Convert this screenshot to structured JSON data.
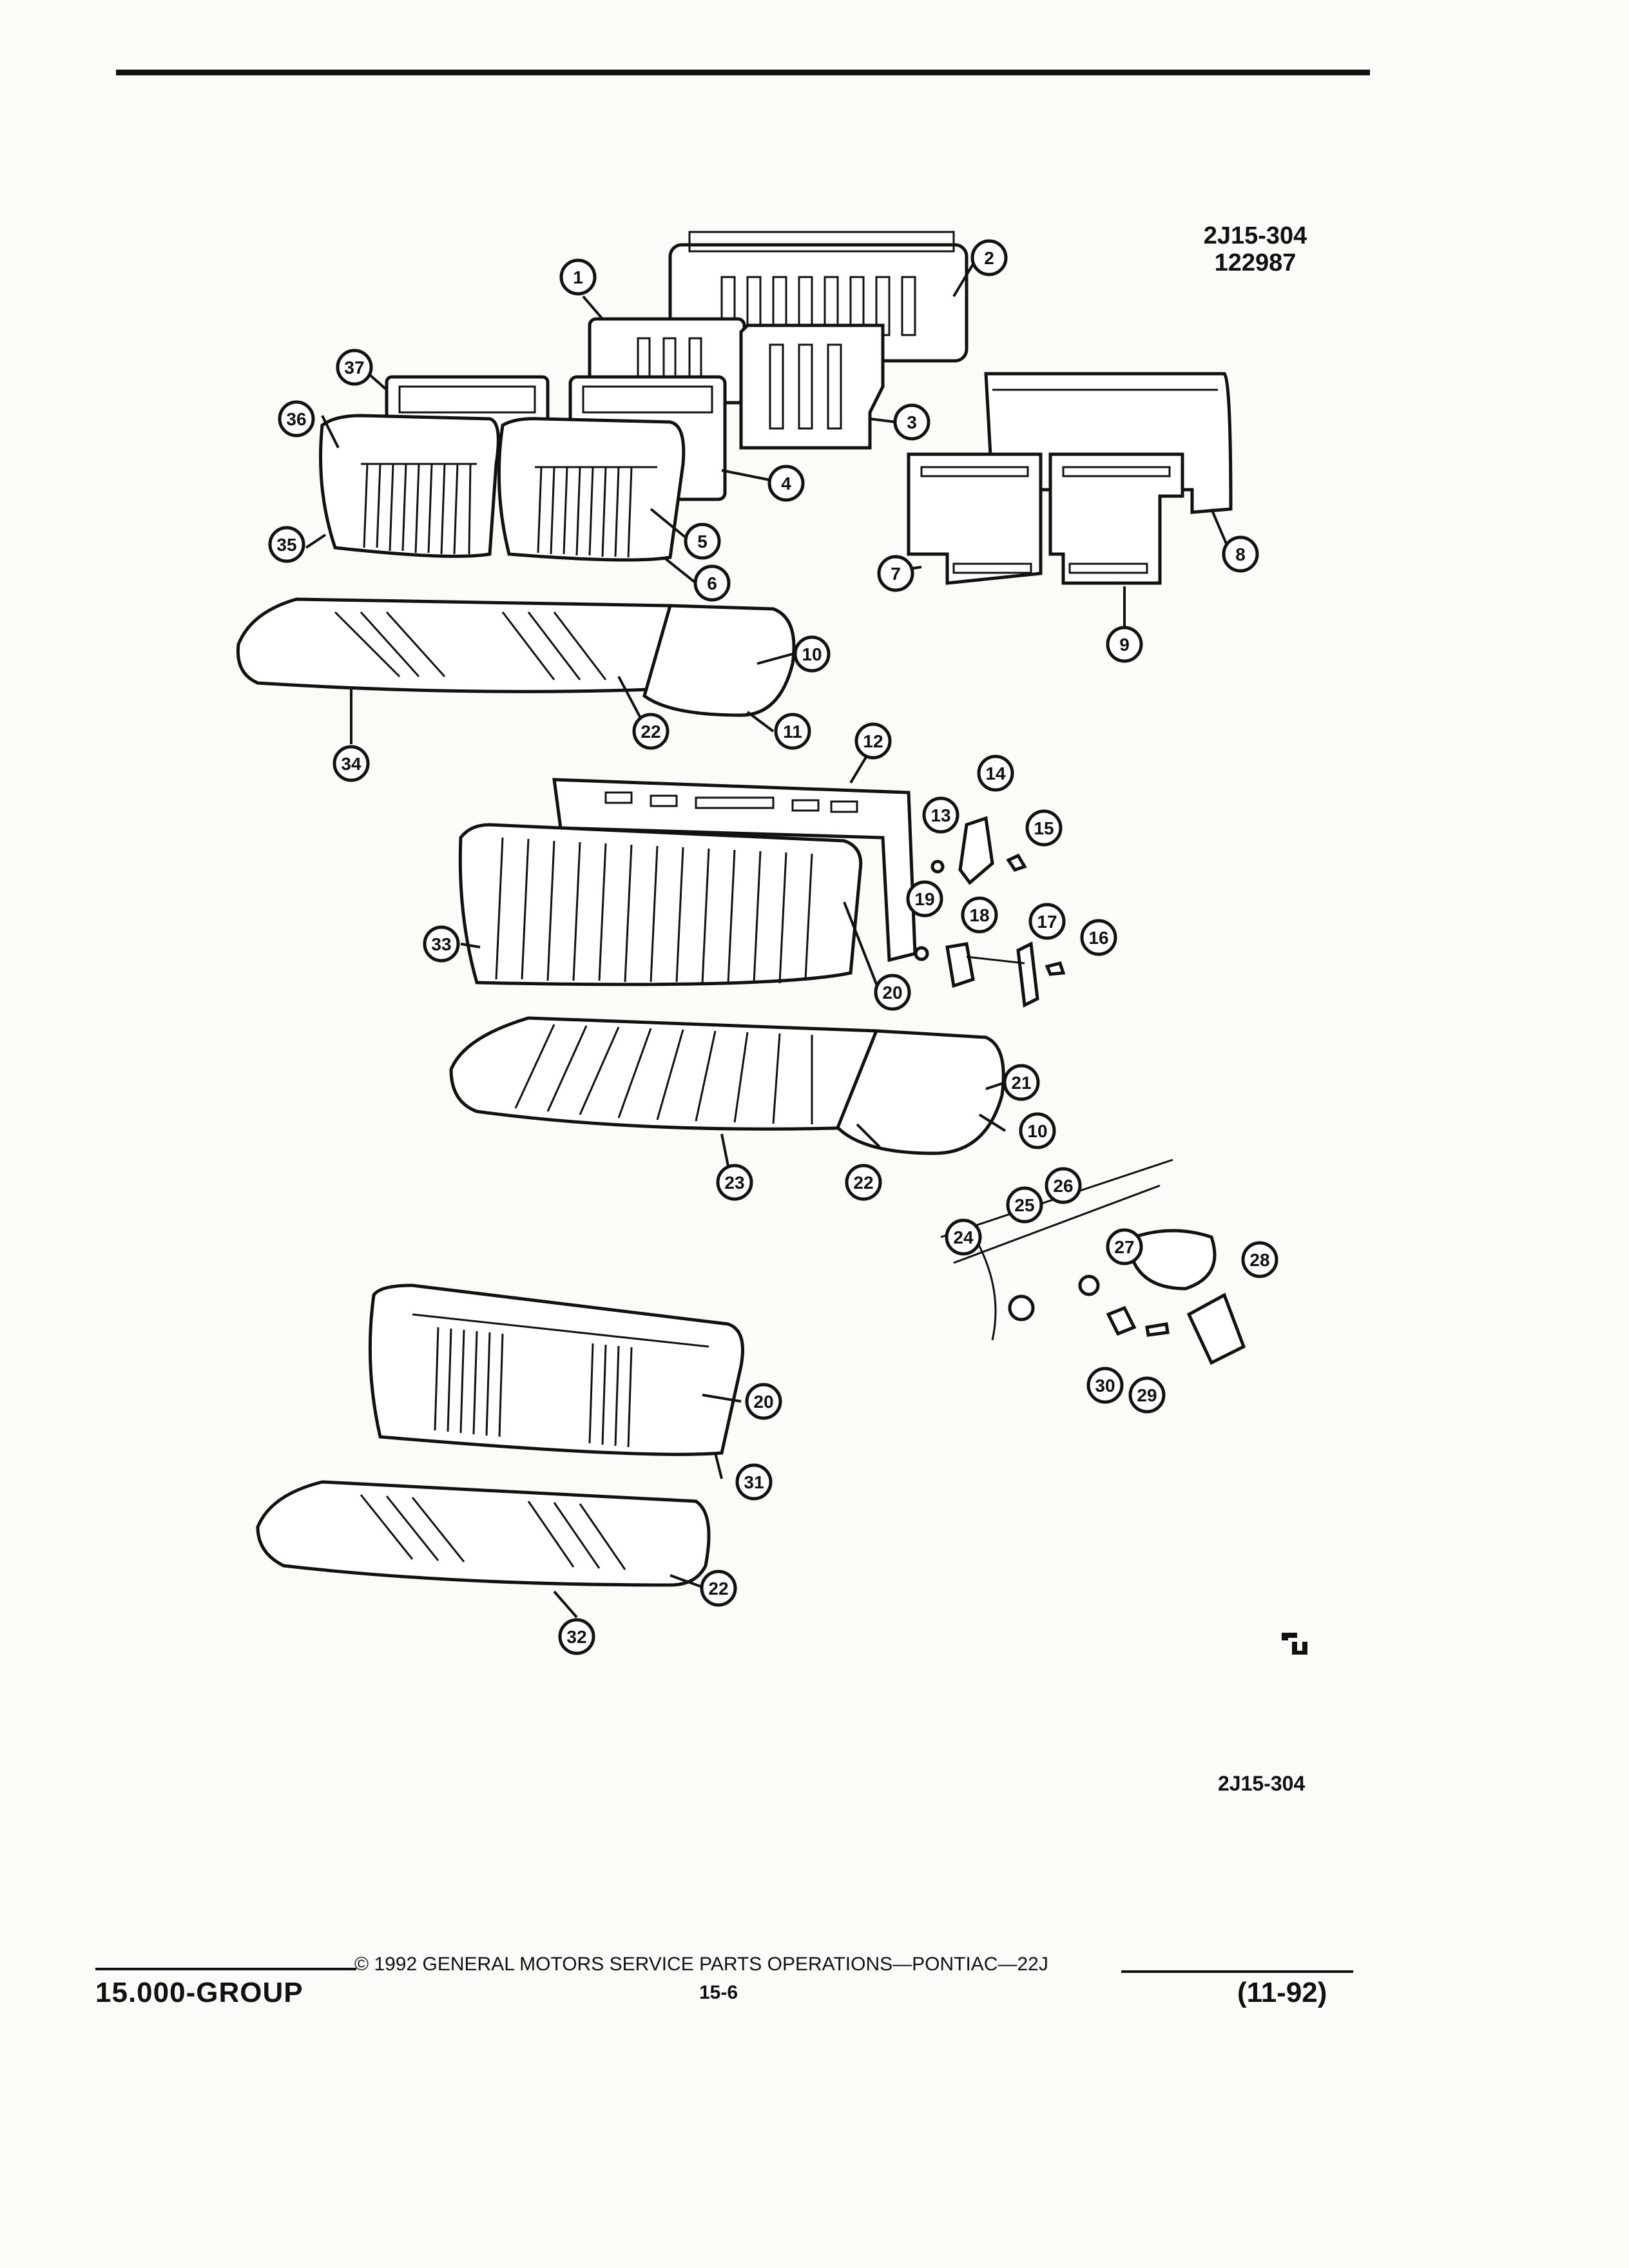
{
  "figure": {
    "code_top": "2J15-304",
    "date_code": "122987",
    "code_bottom": "2J15-304"
  },
  "footer": {
    "group": "15.000-GROUP",
    "copyright": "© 1992 GENERAL MOTORS SERVICE PARTS OPERATIONS—PONTIAC—22J",
    "page": "15-6",
    "revision": "(11-92)"
  },
  "callouts": [
    "1",
    "2",
    "3",
    "4",
    "5",
    "6",
    "7",
    "8",
    "9",
    "10",
    "11",
    "12",
    "13",
    "14",
    "15",
    "16",
    "17",
    "18",
    "19",
    "20",
    "21",
    "22",
    "23",
    "24",
    "25",
    "26",
    "27",
    "28",
    "29",
    "30",
    "31",
    "32",
    "33",
    "34",
    "35",
    "36",
    "37"
  ]
}
